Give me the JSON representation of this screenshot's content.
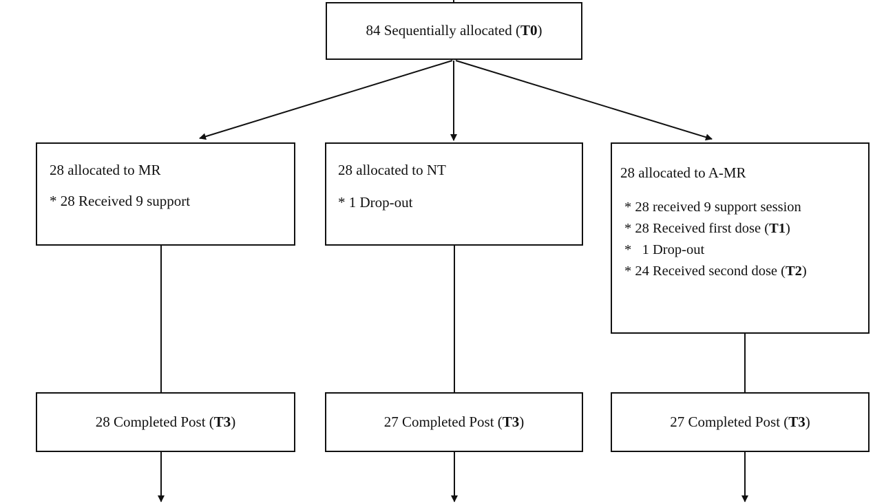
{
  "allocation": {
    "count": "84 Sequentially allocated (",
    "code": "T0",
    "suffix": ")"
  },
  "arms": [
    {
      "title": "28 allocated to MR",
      "items": [
        {
          "text": "* 28 Received 9 support",
          "code": "",
          "suffix": ""
        }
      ],
      "post": {
        "text": "28 Completed Post (",
        "code": "T3",
        "suffix": ")"
      }
    },
    {
      "title": "28 allocated to NT",
      "items": [
        {
          "text": "* 1 Drop-out",
          "code": "",
          "suffix": ""
        }
      ],
      "post": {
        "text": "27 Completed Post (",
        "code": "T3",
        "suffix": ")"
      }
    },
    {
      "title": "28 allocated to A-MR",
      "items": [
        {
          "text": "* 28 received 9 support session",
          "code": "",
          "suffix": ""
        },
        {
          "text": "* 28 Received first dose (",
          "code": "T1",
          "suffix": ")"
        },
        {
          "text": "*   1 Drop-out",
          "code": "",
          "suffix": ""
        },
        {
          "text": "* 24 Received second dose (",
          "code": "T2",
          "suffix": ")"
        }
      ],
      "post": {
        "text": "27 Completed Post (",
        "code": "T3",
        "suffix": ")"
      }
    }
  ]
}
